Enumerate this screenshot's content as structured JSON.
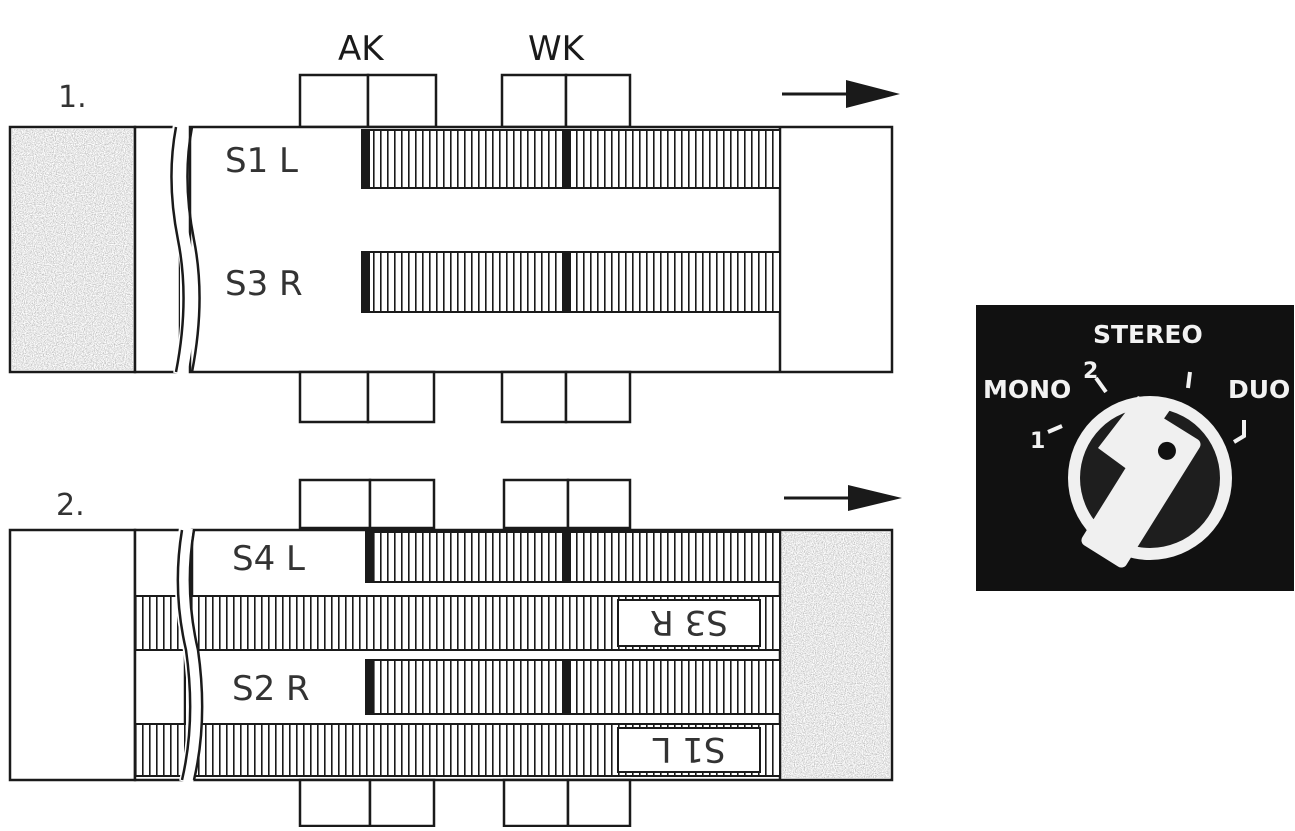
{
  "heads": {
    "ak": "AK",
    "wk": "WK"
  },
  "panels": [
    {
      "number": "1.",
      "tracks": [
        {
          "label": "S1 L",
          "reversed": false
        },
        {
          "label": "S3 R",
          "reversed": false
        }
      ]
    },
    {
      "number": "2.",
      "tracks": [
        {
          "label": "S4 L",
          "reversed": false
        },
        {
          "label": "S3 R",
          "reversed": true
        },
        {
          "label": "S2 R",
          "reversed": false
        },
        {
          "label": "S1 L",
          "reversed": true
        }
      ]
    }
  ],
  "selector": {
    "labels": {
      "mono": "MONO",
      "stereo": "STEREO",
      "duo": "DUO",
      "pos1": "1",
      "pos2": "2"
    },
    "selected": "1"
  },
  "colors": {
    "ink": "#1a1a1a",
    "paper": "#ffffff",
    "panel": "#111111",
    "panel_ink": "#f2f2f2",
    "stipple": "#8a8a8a"
  }
}
